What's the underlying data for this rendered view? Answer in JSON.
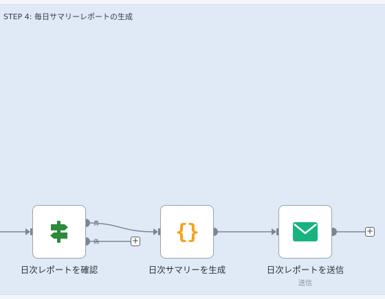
{
  "sticky": {
    "title": "STEP 4: 毎日サマリーレポートの生成"
  },
  "nodes": [
    {
      "label": "日次レポートを確認",
      "icon": "signpost-icon"
    },
    {
      "label": "日次サマリーを生成",
      "icon": "curly-braces-icon",
      "glyph": "{}"
    },
    {
      "label": "日次レポートを送信",
      "subtitle": "送信",
      "icon": "envelope-icon"
    }
  ],
  "branches": {
    "true_label": "真",
    "false_label": "偽"
  },
  "add_button": "+",
  "colors": {
    "canvas": "#f4f5f7",
    "sticky": "#dfeaf6",
    "connector": "#7f8590",
    "signpost": "#2c8a3c",
    "braces": "#f6a11b",
    "envelope": "#18b37f"
  }
}
